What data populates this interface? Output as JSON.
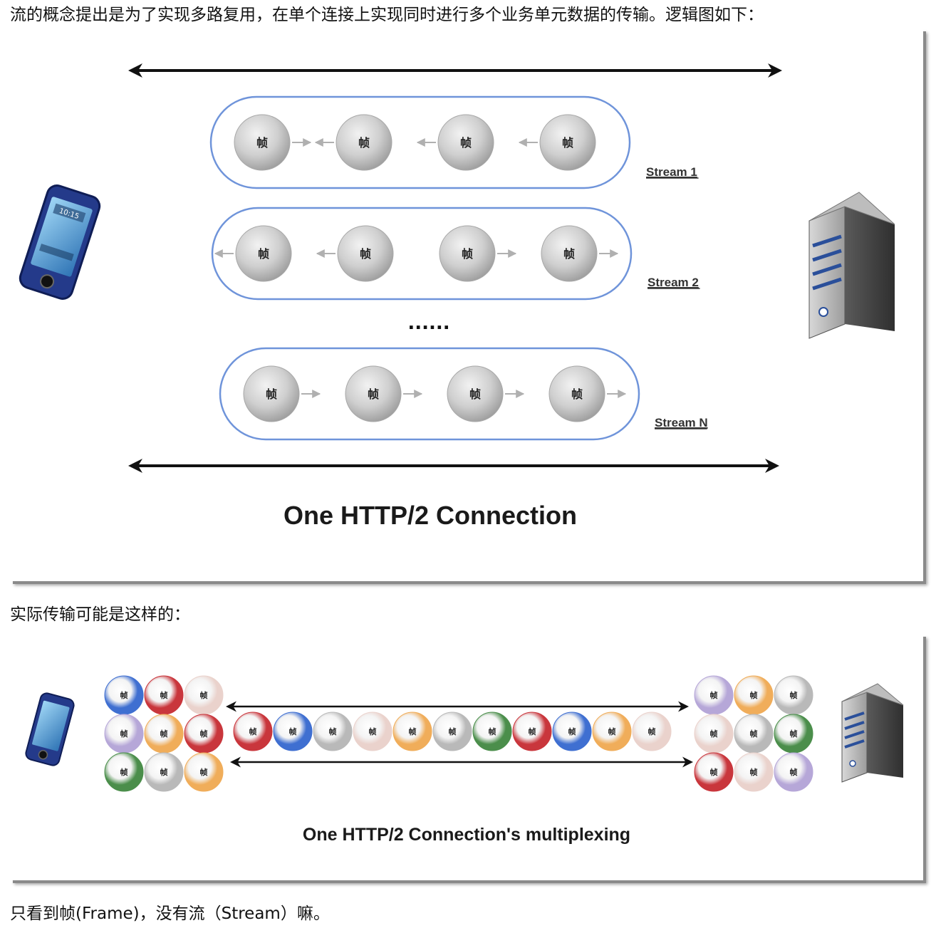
{
  "intro_text": "流的概念提出是为了实现多路复用，在单个连接上实现同时进行多个业务单元数据的传输。逻辑图如下：",
  "middle_text": "实际传输可能是这样的：",
  "outro_text": "只看到帧(Frame)，没有流（Stream）嘛。",
  "figure1": {
    "caption": "One HTTP/2 Connection",
    "frame_label": "帧",
    "ellipsis": "......",
    "phone_time": "10:15",
    "streams": [
      {
        "label": "Stream 1",
        "arrows": [
          "right",
          "left",
          "left",
          "left"
        ]
      },
      {
        "label": "Stream 2",
        "arrows": [
          "left",
          "left",
          "right",
          "right"
        ]
      },
      {
        "label": "Stream N",
        "arrows": [
          "right",
          "right",
          "right",
          "right"
        ]
      }
    ]
  },
  "figure2": {
    "caption": "One HTTP/2 Connection's multiplexing",
    "frame_label": "帧",
    "colors": {
      "blue": "#3f6fd1",
      "red": "#c9363c",
      "pink": "#ead2cc",
      "purple": "#b6a7d8",
      "orange": "#f0ad5a",
      "gray": "#b9b9b9",
      "green": "#4b8e4b"
    },
    "left_grid": [
      "blue",
      "red",
      "pink",
      "purple",
      "orange",
      "red",
      "green",
      "gray",
      "orange"
    ],
    "middle_row": [
      "red",
      "blue",
      "gray",
      "pink",
      "orange",
      "gray",
      "green",
      "red",
      "blue",
      "orange",
      "pink"
    ],
    "right_grid": [
      "purple",
      "orange",
      "gray",
      "pink",
      "gray",
      "green",
      "red",
      "pink",
      "purple"
    ]
  }
}
